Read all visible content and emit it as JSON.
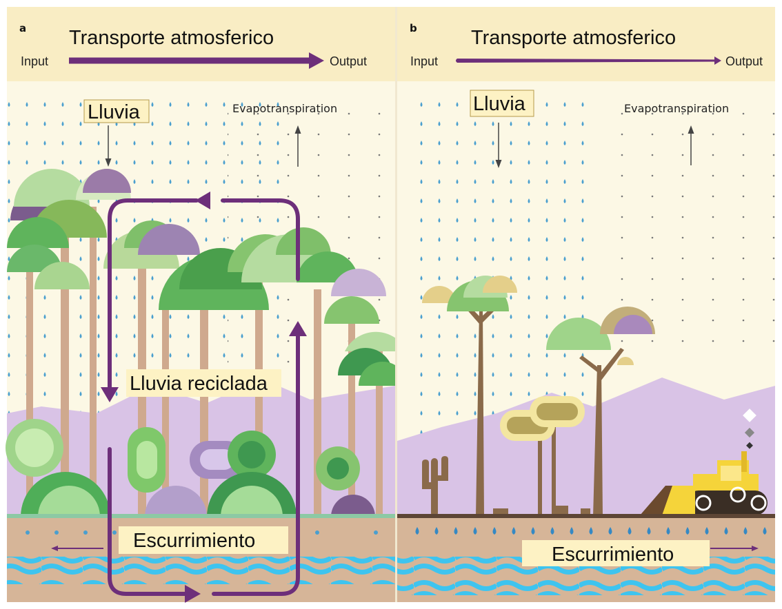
{
  "panels": {
    "a": {
      "letter": "a",
      "title": "Transporte atmosferico",
      "input": "Input",
      "output": "Output",
      "rain": "Lluvia",
      "evapotranspiration": "Evapotranspiration",
      "recycled_rain": "Lluvia reciclada",
      "runoff": "Escurrimiento"
    },
    "b": {
      "letter": "b",
      "title": "Transporte atmosferico",
      "input": "Input",
      "output": "Output",
      "rain": "Lluvia",
      "evapotranspiration": "Evapotranspiration",
      "runoff": "Escurrimiento"
    }
  },
  "colors": {
    "header_bg": "#f9edc4",
    "sky": "#fcf8e5",
    "mountains": "#d9c3e6",
    "soil": "#d6b598",
    "river": "#3ec4ef",
    "arrow_purple": "#6d2f7a",
    "raindrop": "#4a9fcf",
    "label_highlight": "#fdf2c4"
  },
  "icons": {
    "bulldozer": "bulldozer-icon",
    "cactus": "cactus-icon"
  }
}
